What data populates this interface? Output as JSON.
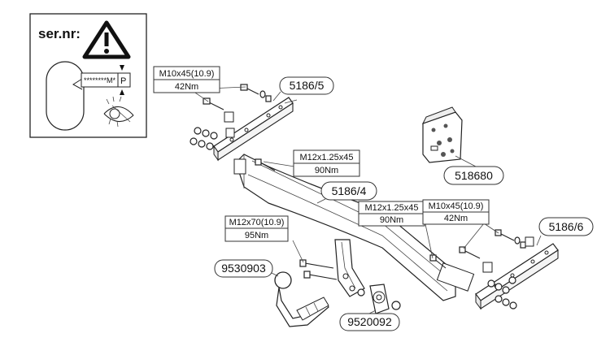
{
  "serial_panel": {
    "label": "ser.nr:",
    "plate_text": "********M*",
    "plate_suffix": "P"
  },
  "torque_labels": [
    {
      "spec": "M10x45(10.9)",
      "torque": "42Nm"
    },
    {
      "spec": "M12x1.25x45",
      "torque": "90Nm"
    },
    {
      "spec": "M12x1.25x45",
      "torque": "90Nm"
    },
    {
      "spec": "M10x45(10.9)",
      "torque": "42Nm"
    },
    {
      "spec": "M12x70(10.9)",
      "torque": "95Nm"
    }
  ],
  "part_numbers": {
    "left_bracket": "5186/5",
    "crossbar": "5186/4",
    "right_bracket": "5186/6",
    "electric_kit": "518680",
    "ball": "9530903",
    "socket_plate": "9520092"
  }
}
